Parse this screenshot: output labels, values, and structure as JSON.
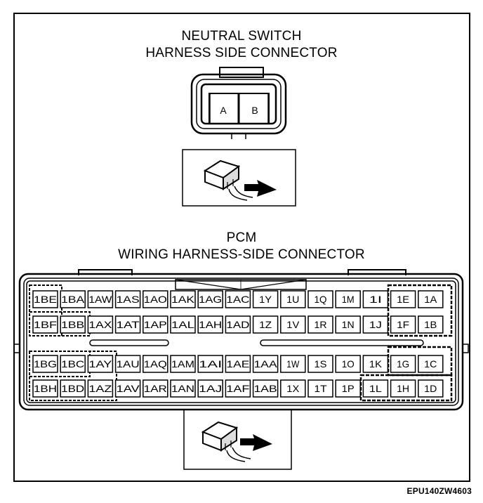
{
  "neutral_switch": {
    "title_line1": "NEUTRAL SWITCH",
    "title_line2": "HARNESS SIDE CONNECTOR",
    "pins": [
      "A",
      "B"
    ]
  },
  "pcm": {
    "title_line1": "PCM",
    "title_line2": "WIRING HARNESS-SIDE CONNECTOR",
    "rows": [
      [
        "1BE",
        "1BA",
        "1AW",
        "1AS",
        "1AO",
        "1AK",
        "1AG",
        "1AC",
        "1Y",
        "1U",
        "1Q",
        "1M",
        "1I",
        "1E",
        "1A"
      ],
      [
        "1BF",
        "1BB",
        "1AX",
        "1AT",
        "1AP",
        "1AL",
        "1AH",
        "1AD",
        "1Z",
        "1V",
        "1R",
        "1N",
        "1J",
        "1F",
        "1B"
      ],
      [
        "1BG",
        "1BC",
        "1AY",
        "1AU",
        "1AQ",
        "1AM",
        "1AI",
        "1AE",
        "1AA",
        "1W",
        "1S",
        "1O",
        "1K",
        "1G",
        "1C"
      ],
      [
        "1BH",
        "1BD",
        "1AZ",
        "1AV",
        "1AR",
        "1AN",
        "1AJ",
        "1AF",
        "1AB",
        "1X",
        "1T",
        "1P",
        "1L",
        "1H",
        "1D"
      ]
    ]
  },
  "figure_code": "EPU140ZW4603"
}
